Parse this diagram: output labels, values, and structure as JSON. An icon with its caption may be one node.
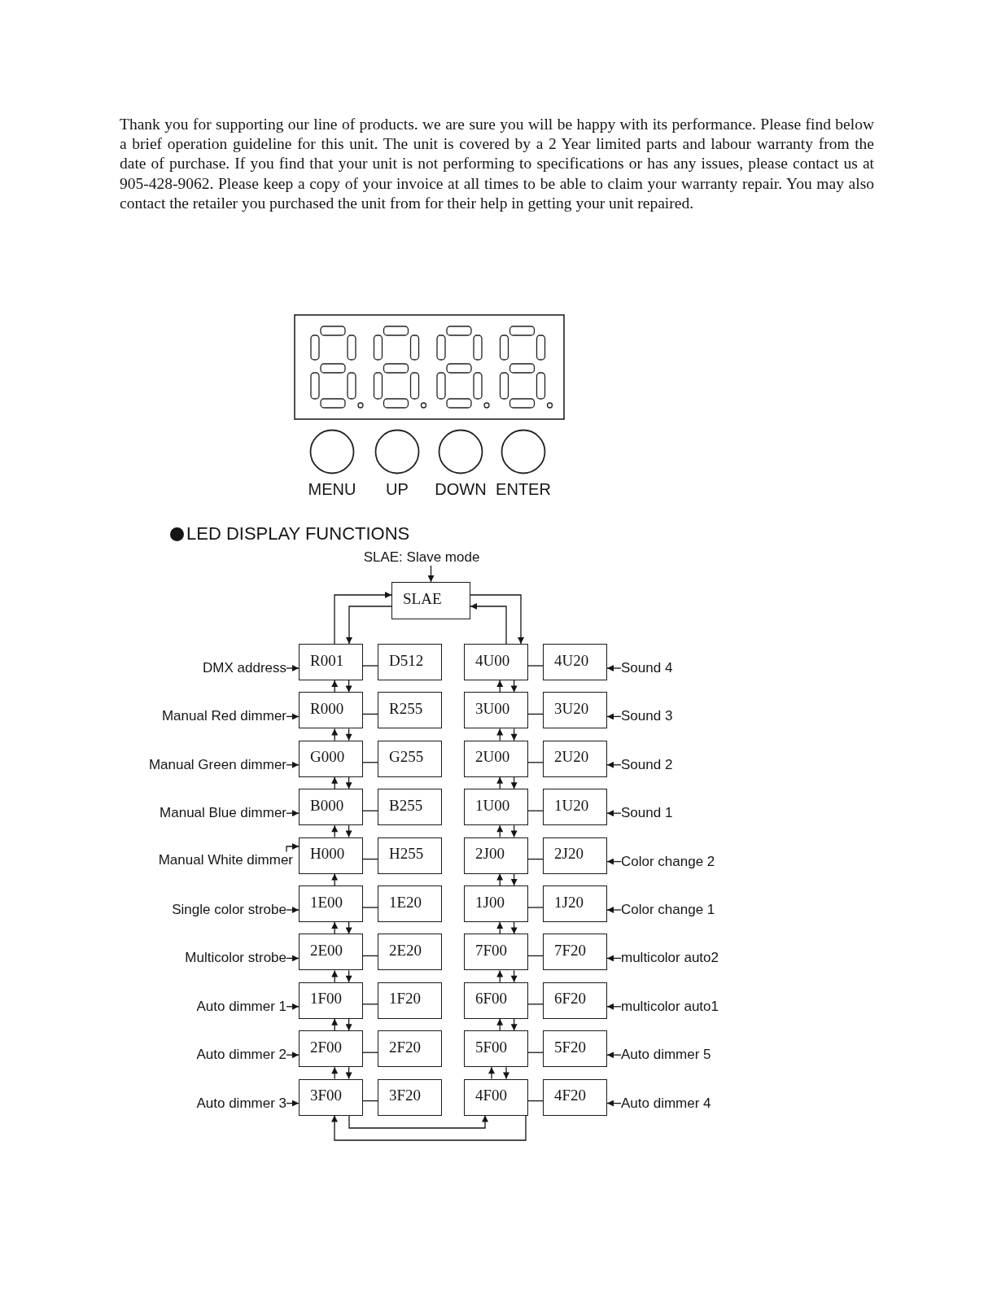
{
  "diagram": {
    "title": "LED DISPLAY FUNCTIONS",
    "nodes": [
      {
        "text": [
          "MENU"
        ]
      },
      {
        "text": [
          "UP"
        ]
      },
      {
        "text": [
          "DOWN"
        ]
      },
      {
        "text": [
          "ENTER"
        ]
      },
      {
        "text": [
          "SLAE: Slave mode"
        ]
      },
      {
        "text": [
          "SLAE"
        ]
      },
      {
        "text": [
          "DMX address"
        ]
      },
      {
        "text": [
          "R001"
        ]
      },
      {
        "text": [
          "D512"
        ]
      },
      {
        "text": [
          "4U00"
        ]
      },
      {
        "text": [
          "4U20"
        ]
      },
      {
        "text": [
          "Sound 4"
        ]
      },
      {
        "text": [
          "Manual Red dimmer"
        ]
      },
      {
        "text": [
          "R000"
        ]
      },
      {
        "text": [
          "R255"
        ]
      },
      {
        "text": [
          "3U00"
        ]
      },
      {
        "text": [
          "3U20"
        ]
      },
      {
        "text": [
          "Sound 3"
        ]
      },
      {
        "text": [
          "Manual Green dimmer"
        ]
      },
      {
        "text": [
          "G000"
        ]
      },
      {
        "text": [
          "G255"
        ]
      },
      {
        "text": [
          "2U00"
        ]
      },
      {
        "text": [
          "2U20"
        ]
      },
      {
        "text": [
          "Sound 2"
        ]
      },
      {
        "text": [
          "Manual Blue dimmer"
        ]
      },
      {
        "text": [
          "B000"
        ]
      },
      {
        "text": [
          "B255"
        ]
      },
      {
        "text": [
          "1U00"
        ]
      },
      {
        "text": [
          "1U20"
        ]
      },
      {
        "text": [
          "Sound 1"
        ]
      },
      {
        "text": [
          "Manual White dimmer"
        ]
      },
      {
        "text": [
          "H000"
        ]
      },
      {
        "text": [
          "H255"
        ]
      },
      {
        "text": [
          "2J00"
        ]
      },
      {
        "text": [
          "2J20"
        ]
      },
      {
        "text": [
          "Color change 2"
        ]
      },
      {
        "text": [
          "Single color strobe"
        ]
      },
      {
        "text": [
          "1E00"
        ]
      },
      {
        "text": [
          "1E20"
        ]
      },
      {
        "text": [
          "1J00"
        ]
      },
      {
        "text": [
          "1J20"
        ]
      },
      {
        "text": [
          "Color change 1"
        ]
      },
      {
        "text": [
          "Multicolor strobe"
        ]
      },
      {
        "text": [
          "2E00"
        ]
      },
      {
        "text": [
          "2E20"
        ]
      },
      {
        "text": [
          "7F00"
        ]
      },
      {
        "text": [
          "7F20"
        ]
      },
      {
        "text": [
          "multicolor auto2"
        ]
      },
      {
        "text": [
          "Auto dimmer 1"
        ]
      },
      {
        "text": [
          "1F00"
        ]
      },
      {
        "text": [
          "1F20"
        ]
      },
      {
        "text": [
          "6F00"
        ]
      },
      {
        "text": [
          "6F20"
        ]
      },
      {
        "text": [
          "multicolor auto1"
        ]
      },
      {
        "text": [
          "Auto dimmer 2"
        ]
      },
      {
        "text": [
          "2F00"
        ]
      },
      {
        "text": [
          "2F20"
        ]
      },
      {
        "text": [
          "5F00"
        ]
      },
      {
        "text": [
          "5F20"
        ]
      },
      {
        "text": [
          "Auto dimmer 5"
        ]
      },
      {
        "text": [
          "Auto dimmer 3"
        ]
      },
      {
        "text": [
          "3F00"
        ]
      },
      {
        "text": [
          "3F20"
        ]
      },
      {
        "text": [
          "4F00"
        ]
      },
      {
        "text": [
          "4F20"
        ]
      },
      {
        "text": [
          "Auto dimmer 4"
        ]
      }
    ],
    "edges": [
      {
        "from": 4,
        "to": 5,
        "arrow": "to"
      },
      {
        "from": 7,
        "to": 5,
        "arrow": "to"
      },
      {
        "from": 5,
        "to": 7,
        "arrow": "to"
      },
      {
        "from": 5,
        "to": 9,
        "arrow": "to"
      },
      {
        "from": 9,
        "to": 5,
        "arrow": "to"
      },
      {
        "from": 6,
        "to": 7,
        "arrow": "to"
      },
      {
        "from": 7,
        "to": 8,
        "arrow": "none"
      },
      {
        "from": 9,
        "to": 10,
        "arrow": "none"
      },
      {
        "from": 11,
        "to": 10,
        "arrow": "to"
      },
      {
        "from": 13,
        "to": 7,
        "arrow": "to"
      },
      {
        "from": 7,
        "to": 13,
        "arrow": "to"
      },
      {
        "from": 15,
        "to": 9,
        "arrow": "to"
      },
      {
        "from": 9,
        "to": 15,
        "arrow": "to"
      },
      {
        "from": 12,
        "to": 13,
        "arrow": "to"
      },
      {
        "from": 13,
        "to": 14,
        "arrow": "none"
      },
      {
        "from": 15,
        "to": 16,
        "arrow": "none"
      },
      {
        "from": 17,
        "to": 16,
        "arrow": "to"
      },
      {
        "from": 19,
        "to": 13,
        "arrow": "to"
      },
      {
        "from": 13,
        "to": 19,
        "arrow": "to"
      },
      {
        "from": 21,
        "to": 15,
        "arrow": "to"
      },
      {
        "from": 15,
        "to": 21,
        "arrow": "to"
      },
      {
        "from": 18,
        "to": 19,
        "arrow": "to"
      },
      {
        "from": 19,
        "to": 20,
        "arrow": "none"
      },
      {
        "from": 21,
        "to": 22,
        "arrow": "none"
      },
      {
        "from": 23,
        "to": 22,
        "arrow": "to"
      },
      {
        "from": 25,
        "to": 19,
        "arrow": "to"
      },
      {
        "from": 19,
        "to": 25,
        "arrow": "to"
      },
      {
        "from": 27,
        "to": 21,
        "arrow": "to"
      },
      {
        "from": 21,
        "to": 27,
        "arrow": "to"
      },
      {
        "from": 24,
        "to": 25,
        "arrow": "to"
      },
      {
        "from": 25,
        "to": 26,
        "arrow": "none"
      },
      {
        "from": 27,
        "to": 28,
        "arrow": "none"
      },
      {
        "from": 29,
        "to": 28,
        "arrow": "to"
      },
      {
        "from": 31,
        "to": 25,
        "arrow": "to"
      },
      {
        "from": 25,
        "to": 31,
        "arrow": "to"
      },
      {
        "from": 33,
        "to": 27,
        "arrow": "to"
      },
      {
        "from": 27,
        "to": 33,
        "arrow": "to"
      },
      {
        "from": 30,
        "to": 31,
        "arrow": "to"
      },
      {
        "from": 31,
        "to": 32,
        "arrow": "none"
      },
      {
        "from": 33,
        "to": 34,
        "arrow": "none"
      },
      {
        "from": 35,
        "to": 34,
        "arrow": "to"
      },
      {
        "from": 37,
        "to": 31,
        "arrow": "to"
      },
      {
        "from": 39,
        "to": 33,
        "arrow": "to"
      },
      {
        "from": 33,
        "to": 39,
        "arrow": "to"
      },
      {
        "from": 36,
        "to": 37,
        "arrow": "to"
      },
      {
        "from": 37,
        "to": 38,
        "arrow": "none"
      },
      {
        "from": 39,
        "to": 40,
        "arrow": "none"
      },
      {
        "from": 41,
        "to": 40,
        "arrow": "to"
      },
      {
        "from": 43,
        "to": 37,
        "arrow": "to"
      },
      {
        "from": 37,
        "to": 43,
        "arrow": "to"
      },
      {
        "from": 45,
        "to": 39,
        "arrow": "to"
      },
      {
        "from": 39,
        "to": 45,
        "arrow": "to"
      },
      {
        "from": 42,
        "to": 43,
        "arrow": "to"
      },
      {
        "from": 43,
        "to": 44,
        "arrow": "none"
      },
      {
        "from": 45,
        "to": 46,
        "arrow": "none"
      },
      {
        "from": 47,
        "to": 46,
        "arrow": "to"
      },
      {
        "from": 49,
        "to": 43,
        "arrow": "to"
      },
      {
        "from": 43,
        "to": 49,
        "arrow": "to"
      },
      {
        "from": 51,
        "to": 45,
        "arrow": "to"
      },
      {
        "from": 45,
        "to": 51,
        "arrow": "to"
      },
      {
        "from": 48,
        "to": 49,
        "arrow": "to"
      },
      {
        "from": 49,
        "to": 50,
        "arrow": "none"
      },
      {
        "from": 51,
        "to": 52,
        "arrow": "none"
      },
      {
        "from": 53,
        "to": 52,
        "arrow": "to"
      },
      {
        "from": 55,
        "to": 49,
        "arrow": "to"
      },
      {
        "from": 49,
        "to": 55,
        "arrow": "to"
      },
      {
        "from": 57,
        "to": 51,
        "arrow": "to"
      },
      {
        "from": 51,
        "to": 57,
        "arrow": "to"
      },
      {
        "from": 54,
        "to": 55,
        "arrow": "to"
      },
      {
        "from": 55,
        "to": 56,
        "arrow": "none"
      },
      {
        "from": 57,
        "to": 58,
        "arrow": "none"
      },
      {
        "from": 59,
        "to": 58,
        "arrow": "to"
      },
      {
        "from": 61,
        "to": 55,
        "arrow": "to"
      },
      {
        "from": 55,
        "to": 61,
        "arrow": "to"
      },
      {
        "from": 63,
        "to": 57,
        "arrow": "to"
      },
      {
        "from": 57,
        "to": 63,
        "arrow": "to"
      },
      {
        "from": 60,
        "to": 61,
        "arrow": "to"
      },
      {
        "from": 61,
        "to": 62,
        "arrow": "none"
      },
      {
        "from": 63,
        "to": 64,
        "arrow": "none"
      },
      {
        "from": 65,
        "to": 64,
        "arrow": "to"
      },
      {
        "from": 61,
        "to": 63,
        "arrow": "to"
      },
      {
        "from": 63,
        "to": 61,
        "arrow": "to"
      }
    ],
    "labels": [
      "Thank you for supporting our line of products. we are sure you will be happy with its performance. Please find below a brief operation guideline for this unit. The unit is covered by a 2 Year limited parts and labour warranty from the date of purchase. If you find that your unit is not performing to specifications or has any issues, please contact us at 905-428-9062. Please keep a copy of your invoice at all times to be able to claim your warranty repair. You may also contact the retailer you purchased the unit from for their help in getting your unit repaired."
    ]
  }
}
